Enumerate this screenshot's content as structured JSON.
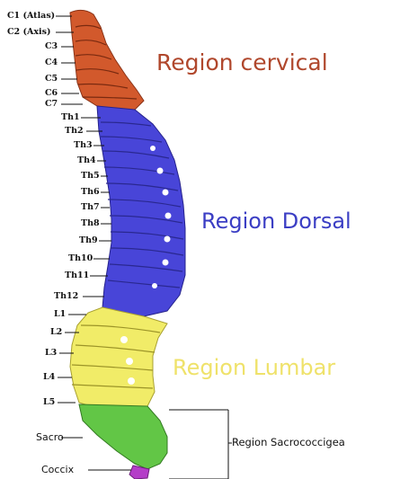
{
  "vertebrae": {
    "cervical": [
      "C1 (Atlas)",
      "C2 (Axis)",
      "C3",
      "C4",
      "C5",
      "C6",
      "C7"
    ],
    "thoracic": [
      "Th1",
      "Th2",
      "Th3",
      "Th4",
      "Th5",
      "Th6",
      "Th7",
      "Th8",
      "Th9",
      "Th10",
      "Th11",
      "Th12"
    ],
    "lumbar": [
      "L1",
      "L2",
      "L3",
      "L4",
      "L5"
    ],
    "sacrum": "Sacro",
    "coccyx": "Coccix"
  },
  "regions": {
    "cervical": "Region cervical",
    "dorsal": "Region Dorsal",
    "lumbar": "Region Lumbar",
    "sacrococcygeal": "Region Sacrococcigea"
  },
  "colors": {
    "cervical": "#d2592c",
    "dorsal": "#4845d8",
    "lumbar": "#f1ec68",
    "sacral": "#62c646",
    "coccyx": "#b43ec8"
  }
}
